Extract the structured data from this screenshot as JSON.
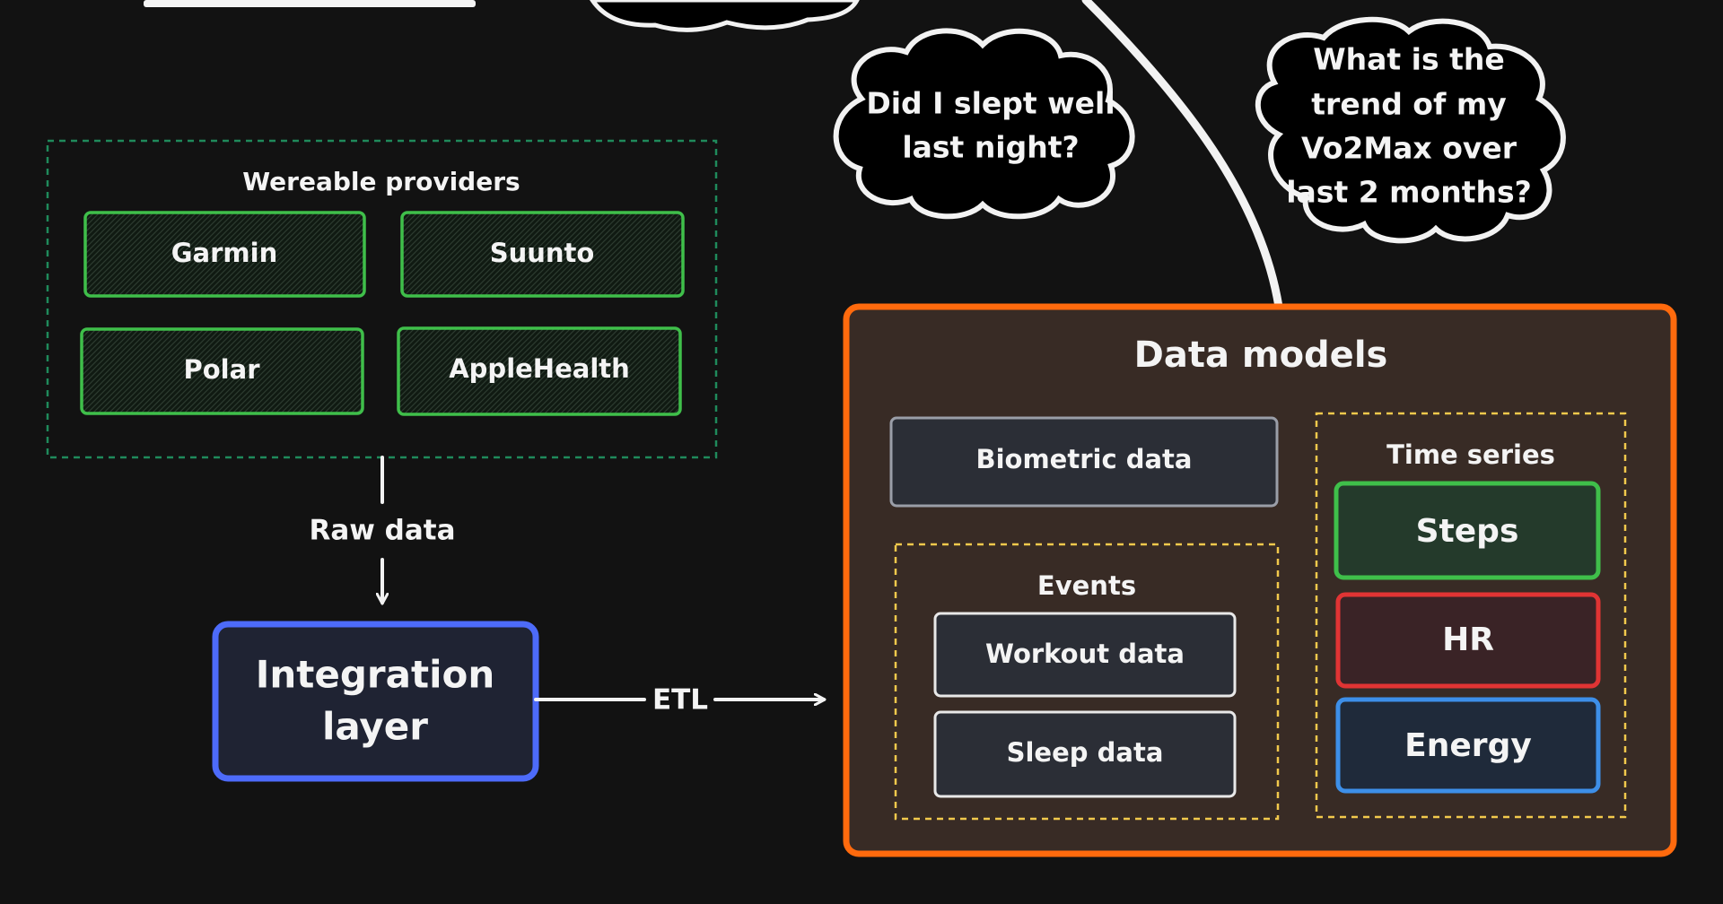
{
  "wearables": {
    "title": "Wereable providers",
    "providers": [
      "Garmin",
      "Suunto",
      "Polar",
      "AppleHealth"
    ]
  },
  "flow": {
    "raw_data_label": "Raw data",
    "etl_label": "ETL"
  },
  "integration": {
    "line1": "Integration",
    "line2": "layer"
  },
  "data_models": {
    "title": "Data models",
    "biometric_label": "Biometric data",
    "events": {
      "title": "Events",
      "items": [
        "Workout data",
        "Sleep data"
      ]
    },
    "time_series": {
      "title": "Time series",
      "items": [
        "Steps",
        "HR",
        "Energy"
      ]
    }
  },
  "questions": {
    "q1": [
      "Did I slept well",
      "last night?"
    ],
    "q2": [
      "What is the",
      "trend of my",
      "Vo2Max over",
      "last 2 months?"
    ]
  },
  "colors": {
    "background": "#121212",
    "wearables_border": "#1f8a5b",
    "provider_border": "#3fbf4a",
    "integration_border": "#4d6bfa",
    "data_models_border": "#ff6a0d",
    "dashed_yellow": "#f2c94c",
    "steps_border": "#3fbf4a",
    "hr_border": "#e03434",
    "energy_border": "#3d8fe8"
  }
}
